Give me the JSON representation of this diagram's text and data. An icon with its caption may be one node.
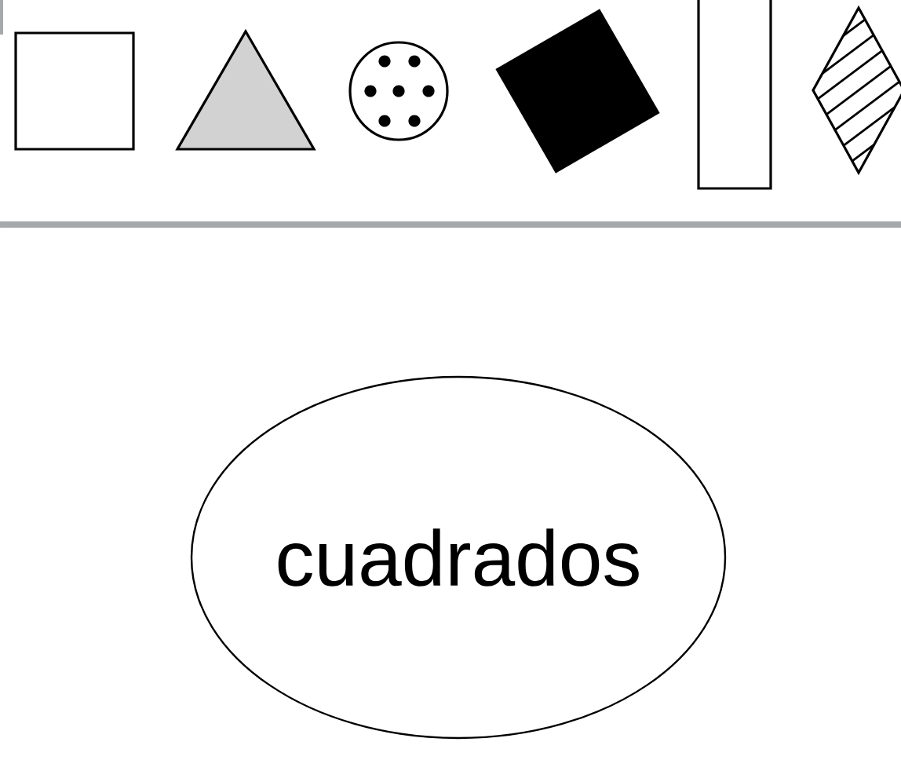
{
  "diagram": {
    "nodes": [
      {
        "text": [],
        "shape": "box"
      },
      {
        "text": [],
        "shape": "triangle"
      },
      {
        "text": [],
        "shape": "circle"
      },
      {
        "text": [],
        "shape": "box"
      },
      {
        "text": [],
        "shape": "bar"
      },
      {
        "text": [],
        "shape": "diamond"
      },
      {
        "text": [
          "cuadrados"
        ]
      }
    ]
  }
}
